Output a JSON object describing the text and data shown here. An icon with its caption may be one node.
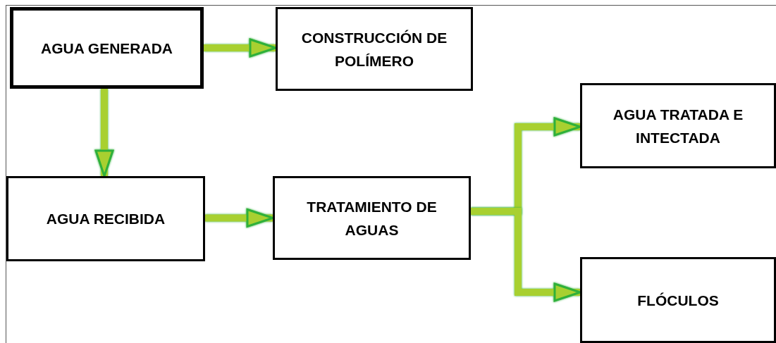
{
  "diagram": {
    "nodes": [
      {
        "text": [
          "AGUA GENERADA"
        ]
      },
      {
        "text": [
          "CONSTRUCCIÓN DE POLÍMERO"
        ]
      },
      {
        "text": [
          "AGUA RECIBIDA"
        ]
      },
      {
        "text": [
          "TRATAMIENTO DE AGUAS"
        ]
      },
      {
        "text": [
          "AGUA TRATADA E INTECTADA"
        ]
      },
      {
        "text": [
          "FLÓCULOS"
        ]
      }
    ],
    "edges": [
      {
        "from": 0,
        "to": 1,
        "arrow": "to"
      },
      {
        "from": 0,
        "to": 2,
        "arrow": "to"
      },
      {
        "from": 2,
        "to": 3,
        "arrow": "to"
      },
      {
        "from": 3,
        "to": 4,
        "arrow": "to"
      },
      {
        "from": 3,
        "to": 5,
        "arrow": "to"
      }
    ]
  }
}
